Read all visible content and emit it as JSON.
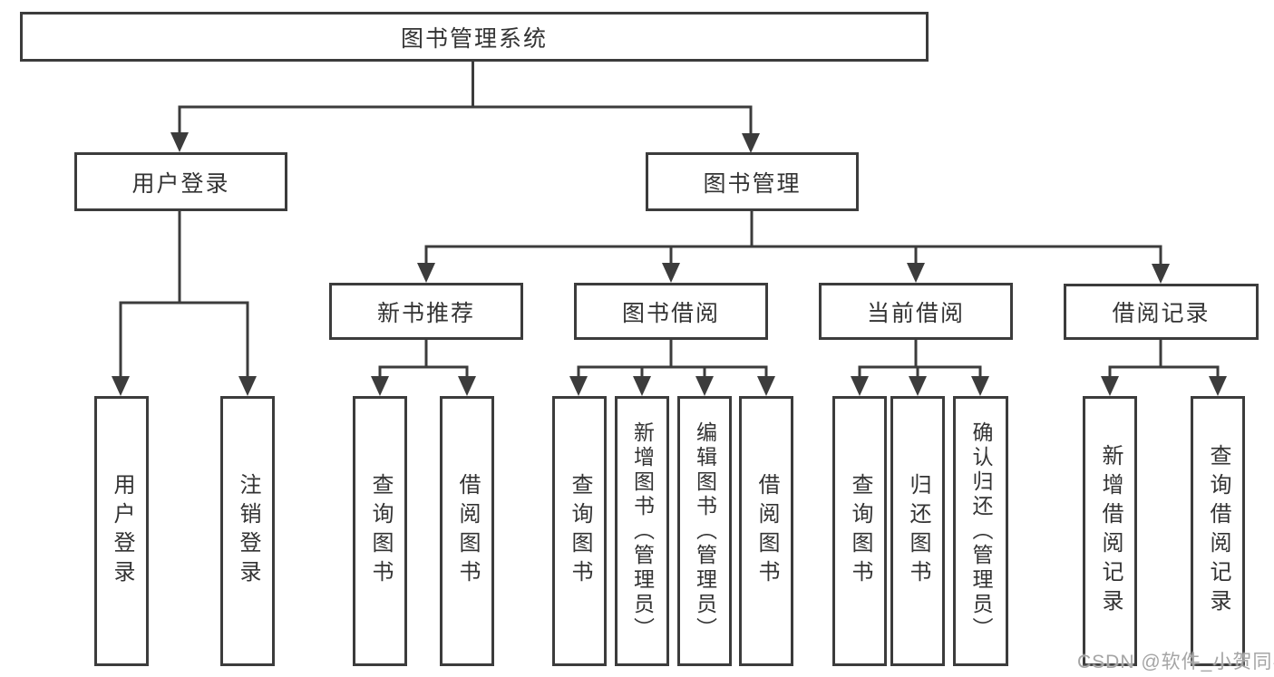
{
  "tree": {
    "root": {
      "label": "图书管理系统"
    },
    "branches": [
      {
        "label": "用户登录",
        "leaves": [
          {
            "label": "用户登录"
          },
          {
            "label": "注销登录"
          }
        ]
      },
      {
        "label": "图书管理",
        "groups": [
          {
            "label": "新书推荐",
            "leaves": [
              {
                "label": "查询图书"
              },
              {
                "label": "借阅图书"
              }
            ]
          },
          {
            "label": "图书借阅",
            "leaves": [
              {
                "label": "查询图书"
              },
              {
                "label": "新增图书（管理员）"
              },
              {
                "label": "编辑图书（管理员）"
              },
              {
                "label": "借阅图书"
              }
            ]
          },
          {
            "label": "当前借阅",
            "leaves": [
              {
                "label": "查询图书"
              },
              {
                "label": "归还图书"
              },
              {
                "label": "确认归还（管理员）"
              }
            ]
          },
          {
            "label": "借阅记录",
            "leaves": [
              {
                "label": "新增借阅记录"
              },
              {
                "label": "查询借阅记录"
              }
            ]
          }
        ]
      }
    ]
  },
  "watermark": {
    "text": "CSDN @软件_小贺同学"
  },
  "colors": {
    "line": "#3c3c3c",
    "text": "#333333",
    "watermark": "#a5a5a5",
    "background": "#ffffff"
  }
}
